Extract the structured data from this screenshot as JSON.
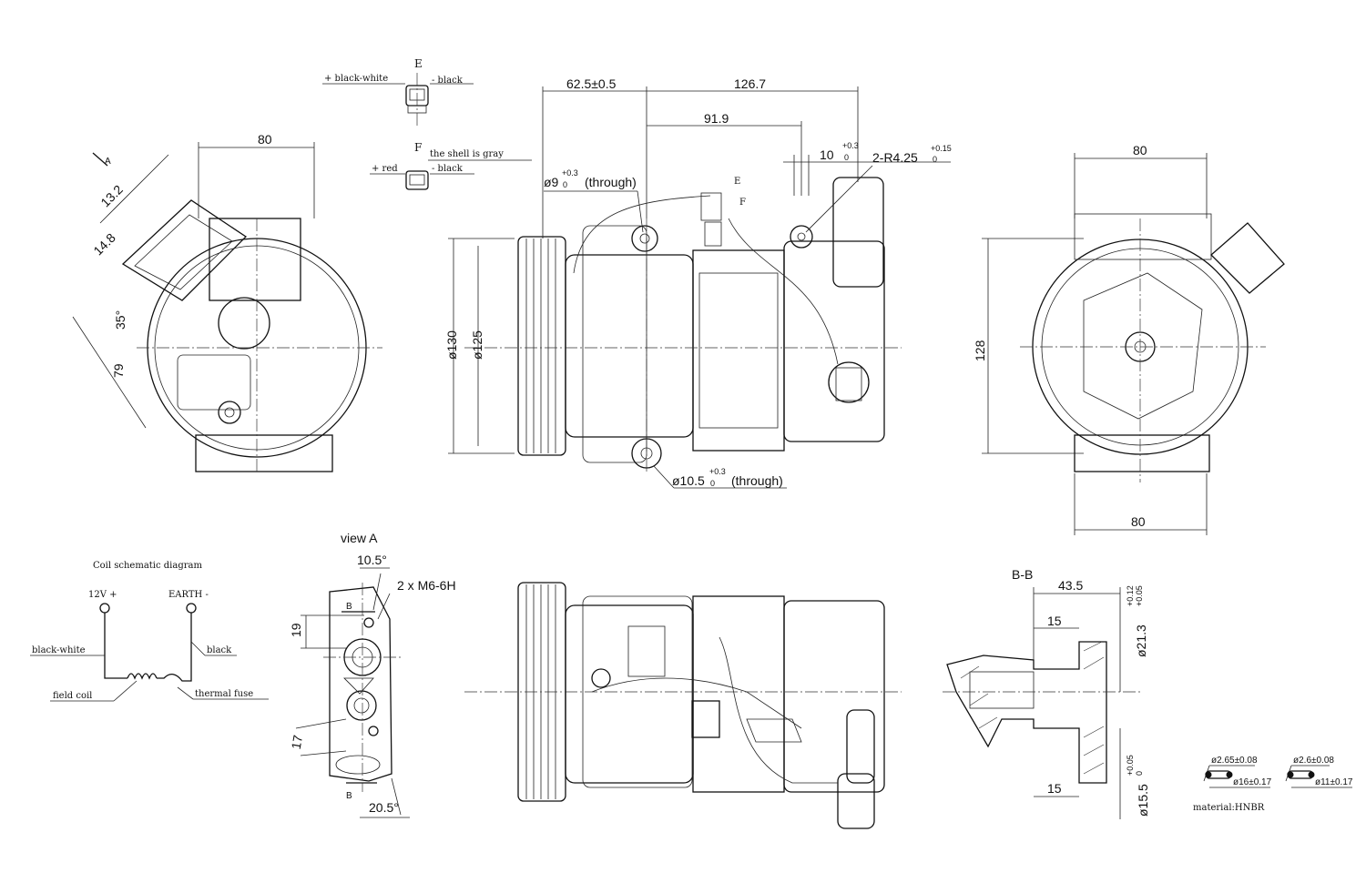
{
  "connectors": {
    "e": {
      "label": "E",
      "plus": "+ black-white",
      "minus": "- black"
    },
    "f": {
      "label": "F",
      "note": "the shell is gray",
      "plus": "+ red",
      "minus": "- black"
    }
  },
  "left_view": {
    "width": "80",
    "d1": "13.2",
    "d2": "14.8",
    "angle": "35°",
    "d3": "79",
    "arrow": "A"
  },
  "front_view": {
    "d_62": "62.5±0.5",
    "d_126": "126.7",
    "d_91": "91.9",
    "d_10": "10",
    "d_10_tol": "+0.3",
    "d_10_tol2": "0",
    "radius": "2-R4.25",
    "radius_tol": "+0.15",
    "radius_tol2": "0",
    "hole_top": "ø9",
    "hole_top_tol": "+0.3",
    "hole_top_tol2": "0",
    "hole_top_note": "(through)",
    "tag_e": "E",
    "tag_f": "F",
    "d_130": "ø130",
    "d_125": "ø125",
    "hole_bottom": "ø10.5",
    "hole_bottom_tol": "+0.3",
    "hole_bottom_tol2": "0",
    "hole_bottom_note": "(through)"
  },
  "right_view": {
    "top_width": "80",
    "height": "128",
    "bottom_width": "80"
  },
  "coil": {
    "title": "Coil schematic diagram",
    "plus": "12V +",
    "earth": "EARTH -",
    "wire_left": "black-white",
    "wire_right": "black",
    "coil": "field coil",
    "fuse": "thermal fuse"
  },
  "view_a": {
    "title": "view A",
    "angle_top": "10.5°",
    "thread": "2 x M6-6H",
    "b_top": "B",
    "d19": "19",
    "d17": "17",
    "b_bottom": "B",
    "angle_bottom": "20.5°"
  },
  "section_bb": {
    "title": "B-B",
    "d43": "43.5",
    "d15a": "15",
    "d15b": "15",
    "dia1": "ø21.3",
    "dia1_tol": "+0.12",
    "dia1_tol2": "+0.05",
    "dia2": "ø15.5",
    "dia2_tol": "+0.05",
    "dia2_tol2": "0"
  },
  "orings": [
    {
      "section": "ø2.65±0.08",
      "inner": "ø16±0.17"
    },
    {
      "section": "ø2.6±0.08",
      "inner": "ø11±0.17"
    }
  ],
  "material": "material:HNBR"
}
